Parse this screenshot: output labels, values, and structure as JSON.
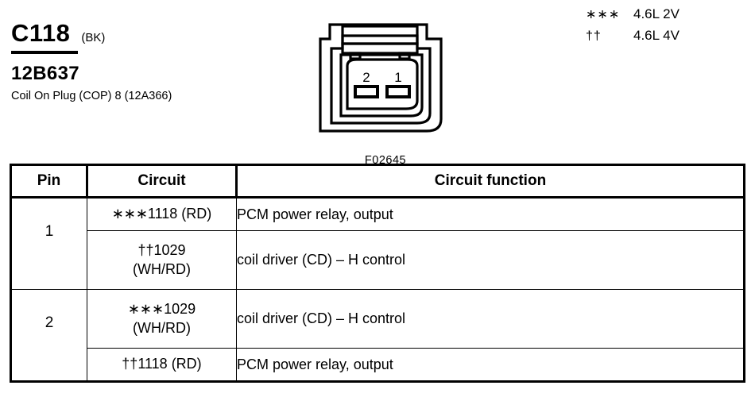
{
  "header": {
    "connector_id": "C118",
    "connector_color": "(BK)",
    "part_number": "12B637",
    "part_description": "Coil On Plug (COP) 8 (12A366)"
  },
  "legend": [
    {
      "mark": "∗∗∗",
      "text": "4.6L 2V"
    },
    {
      "mark": "††",
      "text": "4.6L 4V"
    }
  ],
  "connector": {
    "caption": "F02645",
    "pins": [
      {
        "label": "2"
      },
      {
        "label": "1"
      }
    ]
  },
  "table": {
    "headers": {
      "pin": "Pin",
      "circuit": "Circuit",
      "function": "Circuit function"
    },
    "rows": [
      {
        "pin": "1",
        "circuit": "∗∗∗1118 (RD)",
        "circuit_line2": "",
        "function": "PCM power relay, output"
      },
      {
        "pin": "",
        "circuit": "††1029",
        "circuit_line2": "(WH/RD)",
        "function": "coil driver (CD) – H control"
      },
      {
        "pin": "2",
        "circuit": "∗∗∗1029",
        "circuit_line2": "(WH/RD)",
        "function": "coil driver (CD) – H control"
      },
      {
        "pin": "",
        "circuit": "††1118 (RD)",
        "circuit_line2": "",
        "function": "PCM power relay, output"
      }
    ]
  }
}
